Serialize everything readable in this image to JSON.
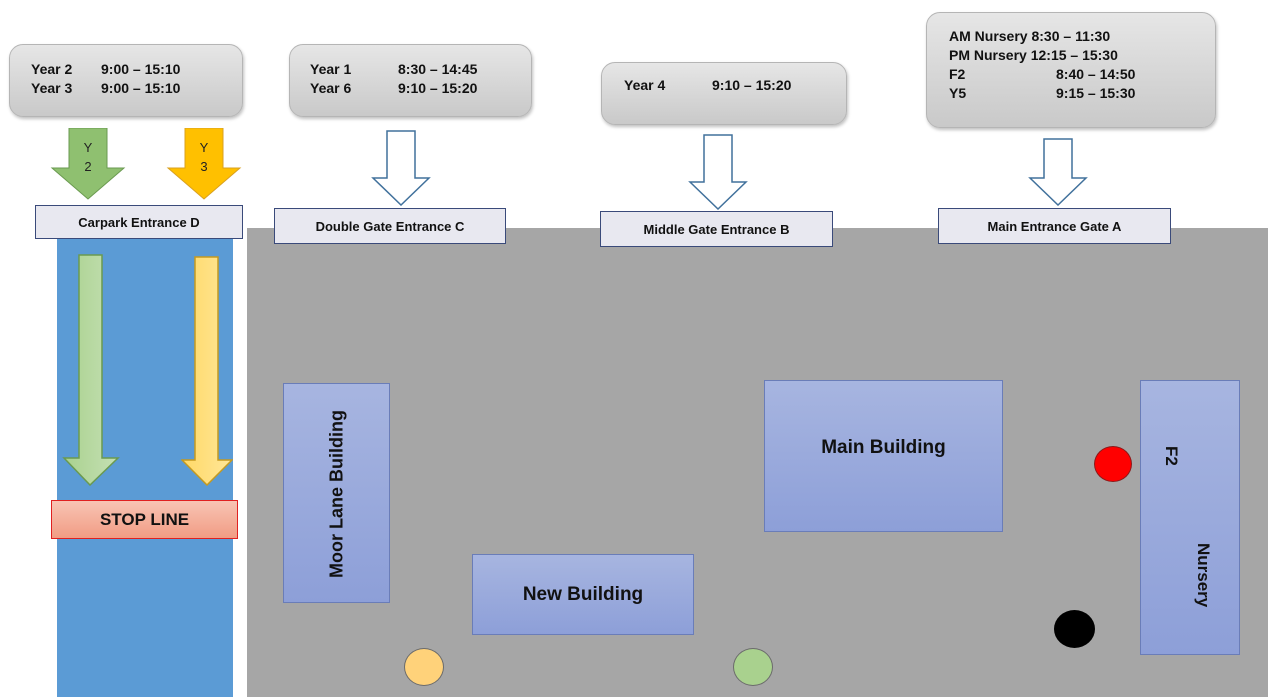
{
  "timetables": {
    "d": {
      "rows": [
        {
          "name": "Year 2",
          "time": "9:00 – 15:10"
        },
        {
          "name": "Year 3",
          "time": "9:00 – 15:10"
        }
      ]
    },
    "c": {
      "rows": [
        {
          "name": "Year 1",
          "time": "8:30 – 14:45"
        },
        {
          "name": "Year 6",
          "time": "9:10 – 15:20"
        }
      ]
    },
    "b": {
      "rows": [
        {
          "name": "Year 4",
          "time": "9:10 – 15:20"
        }
      ]
    },
    "a": {
      "rows": [
        {
          "name": "AM Nursery",
          "time": "8:30 – 11:30"
        },
        {
          "name": "PM Nursery",
          "time": "12:15 – 15:30"
        },
        {
          "name": "F2",
          "time": "8:40 – 14:50"
        },
        {
          "name": "Y5",
          "time": "9:15 – 15:30"
        }
      ]
    }
  },
  "entrances": {
    "d": "Carpark Entrance D",
    "c": "Double Gate Entrance C",
    "b": "Middle Gate Entrance B",
    "a": "Main Entrance Gate A"
  },
  "arrows": {
    "y2": {
      "line1": "Y",
      "line2": "2",
      "color": "#8fc070"
    },
    "y3": {
      "line1": "Y",
      "line2": "3",
      "color": "#ffc000"
    }
  },
  "stop_line": "STOP LINE",
  "buildings": {
    "moor_lane": "Moor Lane Building",
    "new": "New Building",
    "main": "Main Building",
    "f2": "F2",
    "nursery": "Nursery"
  },
  "colors": {
    "site": "#a6a6a6",
    "carpark": "#5b9bd5",
    "building": "#8fa1d8",
    "stop_fill": "#f4b0a0",
    "stop_border": "#e02020",
    "marker_red": "#ff0000",
    "marker_black": "#000000",
    "marker_yellow": "#ffd27a",
    "marker_green": "#a9d18e"
  }
}
